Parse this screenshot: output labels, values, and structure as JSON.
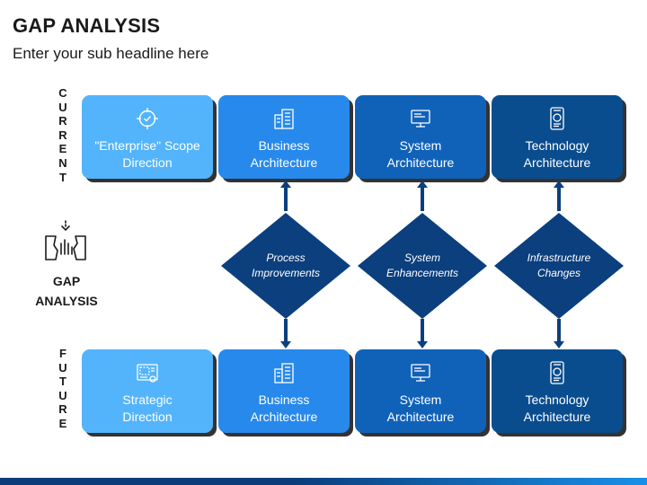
{
  "header": {
    "title": "GAP ANALYSIS",
    "subtitle": "Enter your sub headline here"
  },
  "side": {
    "current_letters": [
      "C",
      "U",
      "R",
      "R",
      "E",
      "N",
      "T"
    ],
    "future_letters": [
      "F",
      "U",
      "T",
      "U",
      "R",
      "E"
    ],
    "gap_label_line1": "GAP",
    "gap_label_line2": "ANALYSIS",
    "gap_icon": "gap-analysis-icon"
  },
  "current_row": [
    {
      "label_line1": "\"Enterprise\" Scope",
      "label_line2": "Direction",
      "icon": "target-icon",
      "color": "#53b4fb"
    },
    {
      "label_line1": "Business",
      "label_line2": "Architecture",
      "icon": "building-icon",
      "color": "#2789ec"
    },
    {
      "label_line1": "System",
      "label_line2": "Architecture",
      "icon": "computer-icon",
      "color": "#1062b9"
    },
    {
      "label_line1": "Technology",
      "label_line2": "Architecture",
      "icon": "mobile-device-icon",
      "color": "#0a4d8f"
    }
  ],
  "gaps": [
    {
      "line1": "Process",
      "line2": "Improvements"
    },
    {
      "line1": "System",
      "line2": "Enhancements"
    },
    {
      "line1": "Infrastructure",
      "line2": "Changes"
    }
  ],
  "future_row": [
    {
      "label_line1": "Strategic",
      "label_line2": "Direction",
      "icon": "blueprint-icon",
      "color": "#53b4fb"
    },
    {
      "label_line1": "Business",
      "label_line2": "Architecture",
      "icon": "building-icon",
      "color": "#2789ec"
    },
    {
      "label_line1": "System",
      "label_line2": "Architecture",
      "icon": "computer-icon",
      "color": "#1062b9"
    },
    {
      "label_line1": "Technology",
      "label_line2": "Architecture",
      "icon": "mobile-device-icon",
      "color": "#0a4d8f"
    }
  ],
  "colors": {
    "diamond": "#0b3f7e",
    "arrow": "#0b3f7e",
    "bar_left": "#0a3d7a",
    "bar_right": "#1a8fe8"
  }
}
